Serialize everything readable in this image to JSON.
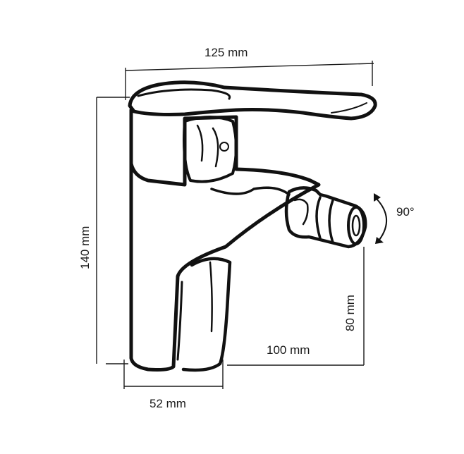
{
  "dimensions": {
    "width_top": "125 mm",
    "height_left": "140 mm",
    "base_width": "52  mm",
    "spout_reach": "100 mm",
    "spout_height": "80  mm",
    "rotation": "90°"
  }
}
